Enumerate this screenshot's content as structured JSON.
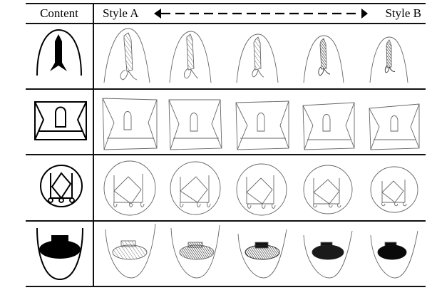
{
  "figure": {
    "header": {
      "content_label": "Content",
      "style_a_label": "Style A",
      "style_b_label": "Style B",
      "arrow": "double-headed-dashed-arrow"
    },
    "rows": [
      {
        "content_icon": "arrow-in-arch-icon",
        "sketches": [
          "arrow-sketch-1",
          "arrow-sketch-2",
          "arrow-sketch-3",
          "arrow-sketch-4",
          "arrow-sketch-5"
        ]
      },
      {
        "content_icon": "envelope-with-arch-icon",
        "sketches": [
          "envelope-sketch-1",
          "envelope-sketch-2",
          "envelope-sketch-3",
          "envelope-sketch-4",
          "envelope-sketch-5"
        ]
      },
      {
        "content_icon": "cart-diamond-in-circle-icon",
        "sketches": [
          "cart-sketch-1",
          "cart-sketch-2",
          "cart-sketch-3",
          "cart-sketch-4",
          "cart-sketch-5"
        ]
      },
      {
        "content_icon": "hat-in-bowl-icon",
        "sketches": [
          "hat-sketch-1",
          "hat-sketch-2",
          "hat-sketch-3",
          "hat-sketch-4",
          "hat-sketch-5"
        ]
      }
    ],
    "interpolation_steps": 5
  }
}
